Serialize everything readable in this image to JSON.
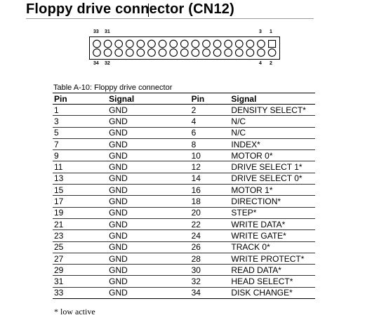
{
  "heading": "Floppy drive connector (CN12)",
  "connector": {
    "top_labels": [
      "33",
      "31",
      "3",
      "1"
    ],
    "bottom_labels": [
      "34",
      "32",
      "4",
      "2"
    ],
    "columns": 17,
    "rows": 2
  },
  "table": {
    "caption": "Table A-10: Floppy drive connector",
    "headers": [
      "Pin",
      "Signal",
      "Pin",
      "Signal"
    ],
    "rows": [
      [
        "1",
        "GND",
        "2",
        "DENSITY SELECT*"
      ],
      [
        "3",
        "GND",
        "4",
        "N/C"
      ],
      [
        "5",
        "GND",
        "6",
        "N/C"
      ],
      [
        "7",
        "GND",
        "8",
        "INDEX*"
      ],
      [
        "9",
        "GND",
        "10",
        "MOTOR 0*"
      ],
      [
        "11",
        "GND",
        "12",
        "DRIVE SELECT 1*"
      ],
      [
        "13",
        "GND",
        "14",
        "DRIVE SELECT 0*"
      ],
      [
        "15",
        "GND",
        "16",
        "MOTOR 1*"
      ],
      [
        "17",
        "GND",
        "18",
        "DIRECTION*"
      ],
      [
        "19",
        "GND",
        "20",
        "STEP*"
      ],
      [
        "21",
        "GND",
        "22",
        "WRITE DATA*"
      ],
      [
        "23",
        "GND",
        "24",
        "WRITE GATE*"
      ],
      [
        "25",
        "GND",
        "26",
        "TRACK 0*"
      ],
      [
        "27",
        "GND",
        "28",
        "WRITE PROTECT*"
      ],
      [
        "29",
        "GND",
        "30",
        "READ DATA*"
      ],
      [
        "31",
        "GND",
        "32",
        "HEAD SELECT*"
      ],
      [
        "33",
        "GND",
        "34",
        "DISK CHANGE*"
      ]
    ]
  },
  "footnote": "* low active"
}
